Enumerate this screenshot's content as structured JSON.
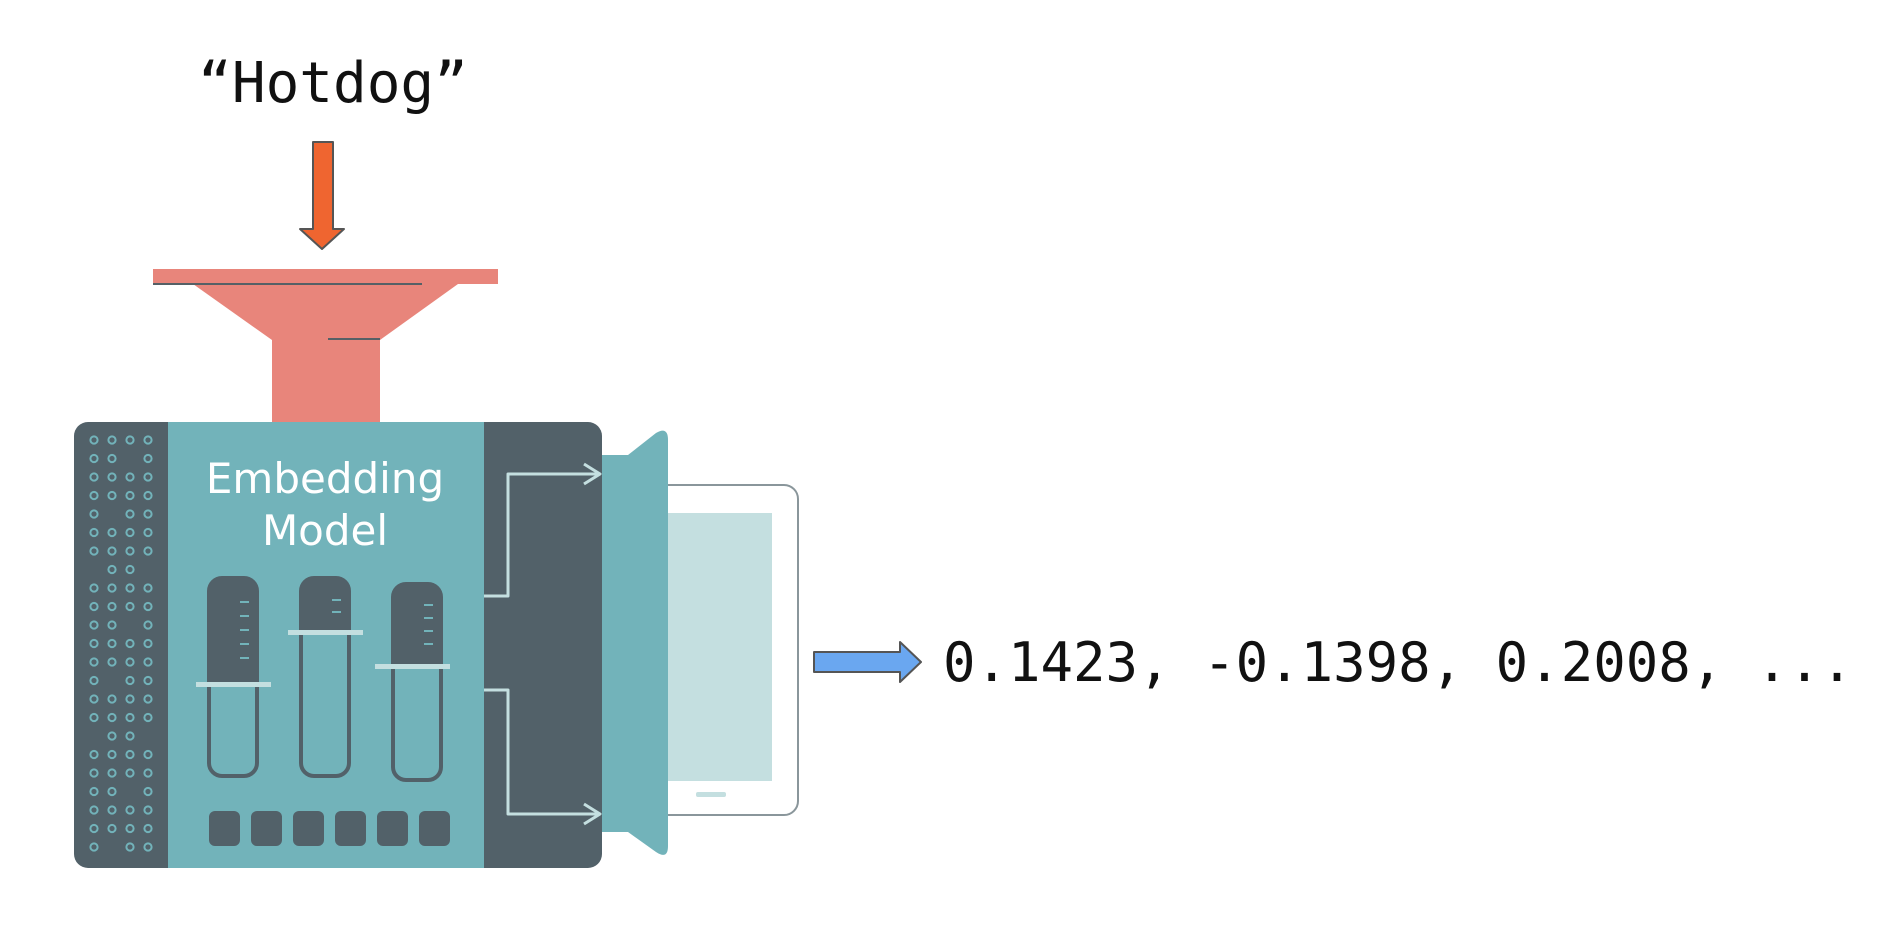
{
  "input_text": "“Hotdog”",
  "model": {
    "title_line1": "Embedding",
    "title_line2": "Model"
  },
  "output_text": "0.1423, -0.1398, 0.2008, ...",
  "colors": {
    "input_arrow": "#ef6530",
    "funnel": "#e8857b",
    "machine_dark": "#526169",
    "machine_teal": "#72b3ba",
    "screen_light": "#c4dfe0",
    "output_arrow": "#6aa7f0"
  },
  "icons": {
    "input_arrow": "arrow-down-icon",
    "funnel": "funnel-icon",
    "output_arrow": "arrow-right-icon"
  }
}
